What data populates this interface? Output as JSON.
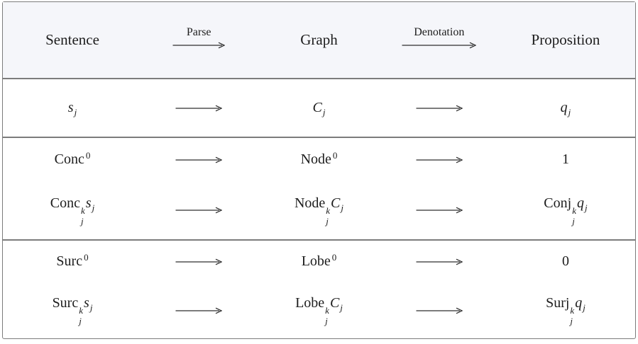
{
  "colors": {
    "border": "#7c7c7c",
    "header_bg": "#f5f6fa",
    "text": "#1d1d1d",
    "arrow": "#2d2d2d",
    "background": "#ffffff"
  },
  "header": {
    "cells": [
      {
        "type": "text",
        "name": "header-cell-sentence",
        "text": "Sentence"
      },
      {
        "type": "labeled_arrow",
        "name": "parse-arrow",
        "label": "Parse",
        "width": 74
      },
      {
        "type": "text",
        "name": "header-cell-graph",
        "text": "Graph"
      },
      {
        "type": "labeled_arrow",
        "name": "denotation-arrow",
        "label": "Denotation",
        "width": 105
      },
      {
        "type": "text",
        "name": "header-cell-proposition",
        "text": "Proposition"
      }
    ]
  },
  "sections": [
    {
      "rows": [
        [
          {
            "type": "math",
            "name": "sentence-s-j",
            "tokens": [
              {
                "t": "s",
                "f": "it"
              },
              {
                "sub": "j",
                "f": "it"
              }
            ]
          },
          {
            "type": "arrow",
            "name": "maps-to-arrow",
            "width": 66
          },
          {
            "type": "math",
            "name": "graph-C-j",
            "tokens": [
              {
                "t": "C",
                "f": "it"
              },
              {
                "sub": "j",
                "f": "it"
              }
            ]
          },
          {
            "type": "arrow",
            "name": "maps-to-arrow",
            "width": 66
          },
          {
            "type": "math",
            "name": "proposition-q-j",
            "tokens": [
              {
                "t": "q",
                "f": "it"
              },
              {
                "sub": "j",
                "f": "it"
              }
            ]
          }
        ]
      ]
    },
    {
      "rows": [
        [
          {
            "type": "math",
            "name": "conc-0",
            "tokens": [
              {
                "t": "Conc",
                "f": "rm"
              },
              {
                "sup": "0",
                "f": "rm"
              }
            ]
          },
          {
            "type": "arrow",
            "name": "maps-to-arrow",
            "width": 66
          },
          {
            "type": "math",
            "name": "node-0",
            "tokens": [
              {
                "t": "Node",
                "f": "rm"
              },
              {
                "sup": "0",
                "f": "rm"
              }
            ]
          },
          {
            "type": "arrow",
            "name": "maps-to-arrow",
            "width": 66
          },
          {
            "type": "math",
            "name": "one",
            "tokens": [
              {
                "t": "1",
                "f": "rm"
              }
            ]
          }
        ],
        [
          {
            "type": "math",
            "name": "conc-jk-sj",
            "tokens": [
              {
                "t": "Conc",
                "f": "rm"
              },
              {
                "stack": [
                  "k",
                  "j"
                ],
                "f": "it"
              },
              {
                "t": "s",
                "f": "it"
              },
              {
                "sub": "j",
                "f": "it"
              }
            ]
          },
          {
            "type": "arrow",
            "name": "maps-to-arrow",
            "width": 66
          },
          {
            "type": "math",
            "name": "node-jk-Cj",
            "tokens": [
              {
                "t": "Node",
                "f": "rm"
              },
              {
                "stack": [
                  "k",
                  "j"
                ],
                "f": "it"
              },
              {
                "t": "C",
                "f": "it"
              },
              {
                "sub": "j",
                "f": "it"
              }
            ]
          },
          {
            "type": "arrow",
            "name": "maps-to-arrow",
            "width": 66
          },
          {
            "type": "math",
            "name": "conj-jk-qj",
            "tokens": [
              {
                "t": "Conj",
                "f": "rm"
              },
              {
                "stack": [
                  "k",
                  "j"
                ],
                "f": "it"
              },
              {
                "t": "q",
                "f": "it"
              },
              {
                "sub": "j",
                "f": "it"
              }
            ]
          }
        ]
      ]
    },
    {
      "rows": [
        [
          {
            "type": "math",
            "name": "surc-0",
            "tokens": [
              {
                "t": "Surc",
                "f": "rm"
              },
              {
                "sup": "0",
                "f": "rm"
              }
            ]
          },
          {
            "type": "arrow",
            "name": "maps-to-arrow",
            "width": 66
          },
          {
            "type": "math",
            "name": "lobe-0",
            "tokens": [
              {
                "t": "Lobe",
                "f": "rm"
              },
              {
                "sup": "0",
                "f": "rm"
              }
            ]
          },
          {
            "type": "arrow",
            "name": "maps-to-arrow",
            "width": 66
          },
          {
            "type": "math",
            "name": "zero",
            "tokens": [
              {
                "t": "0",
                "f": "rm"
              }
            ]
          }
        ],
        [
          {
            "type": "math",
            "name": "surc-jk-sj",
            "tokens": [
              {
                "t": "Surc",
                "f": "rm"
              },
              {
                "stack": [
                  "k",
                  "j"
                ],
                "f": "it"
              },
              {
                "t": "s",
                "f": "it"
              },
              {
                "sub": "j",
                "f": "it"
              }
            ]
          },
          {
            "type": "arrow",
            "name": "maps-to-arrow",
            "width": 66
          },
          {
            "type": "math",
            "name": "lobe-jk-Cj",
            "tokens": [
              {
                "t": "Lobe",
                "f": "rm"
              },
              {
                "stack": [
                  "k",
                  "j"
                ],
                "f": "it"
              },
              {
                "t": "C",
                "f": "it"
              },
              {
                "sub": "j",
                "f": "it"
              }
            ]
          },
          {
            "type": "arrow",
            "name": "maps-to-arrow",
            "width": 66
          },
          {
            "type": "math",
            "name": "surj-jk-qj",
            "tokens": [
              {
                "t": "Surj",
                "f": "rm"
              },
              {
                "stack": [
                  "k",
                  "j"
                ],
                "f": "it"
              },
              {
                "t": "q",
                "f": "it"
              },
              {
                "sub": "j",
                "f": "it"
              }
            ]
          }
        ]
      ]
    }
  ]
}
